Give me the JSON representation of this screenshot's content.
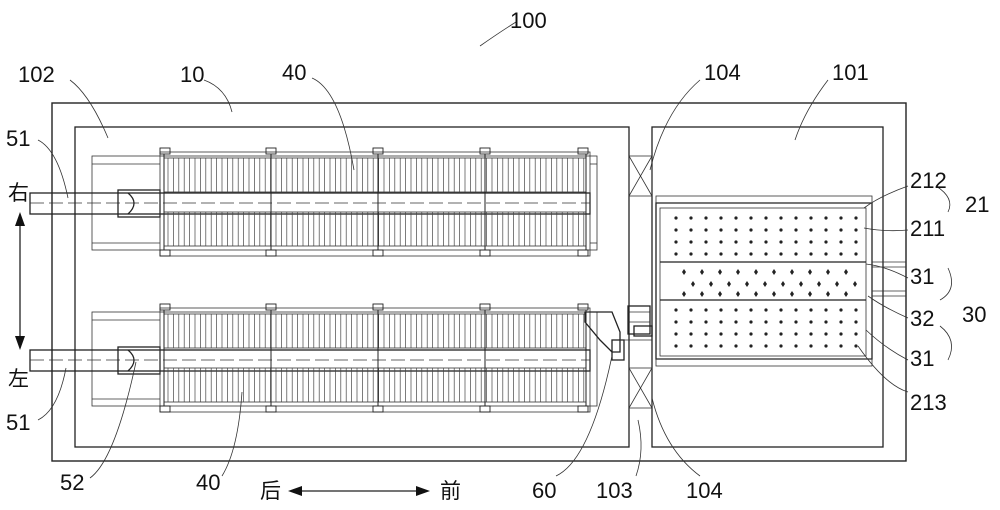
{
  "labels": {
    "l100": "100",
    "l102": "102",
    "l10": "10",
    "l40_top": "40",
    "l104_top": "104",
    "l101": "101",
    "l51_top": "51",
    "l212": "212",
    "l21": "21",
    "l211": "211",
    "l31_top": "31",
    "l32": "32",
    "l30": "30",
    "l31_bot": "31",
    "l213": "213",
    "l51_bot": "51",
    "l52": "52",
    "l40_bot": "40",
    "l60": "60",
    "l103": "103",
    "l104_bot": "104"
  },
  "directions": {
    "right": "右",
    "left": "左",
    "rear": "后",
    "front": "前"
  },
  "colors": {
    "line": "#222222",
    "background": "#ffffff"
  }
}
